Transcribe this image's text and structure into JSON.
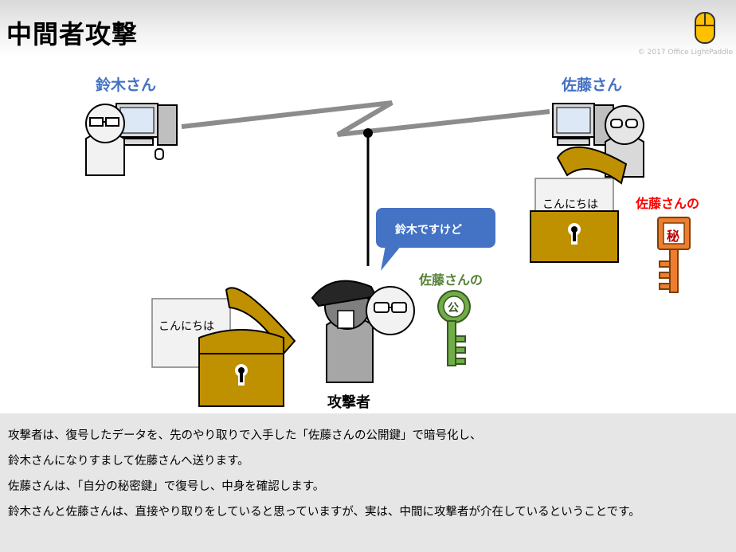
{
  "slide_title": "中間者攻撃",
  "copyright": "© 2017 Office LightPaddle",
  "suzuki_label": "鈴木さん",
  "sato_label": "佐藤さん",
  "attacker_label": "攻撃者",
  "speech_bubble": "鈴木ですけど",
  "public_key_label": "佐藤さんの",
  "public_key_char": "公",
  "private_key_label": "佐藤さんの",
  "private_key_char": "秘",
  "message_left": "こんにちは",
  "message_right": "こんにちは",
  "explanation": [
    "攻撃者は、復号したデータを、先のやり取りで入手した「佐藤さんの公開鍵」で暗号化し、",
    "鈴木さんになりすまして佐藤さんへ送ります。",
    "佐藤さんは、「自分の秘密鍵」で復号し、中身を確認します。",
    "鈴木さんと佐藤さんは、直接やり取りをしていると思っていますが、実は、中間に攻撃者が介在しているということです。"
  ],
  "colors": {
    "name_blue": "#4472c4",
    "public_green": "#548235",
    "public_key_fill": "#70ad47",
    "private_red": "#ff0000",
    "private_key_fill": "#ed7d31",
    "chest_gold": "#bf9000",
    "bubble_blue": "#4472c4",
    "mouse_icon": "#ffc000"
  }
}
